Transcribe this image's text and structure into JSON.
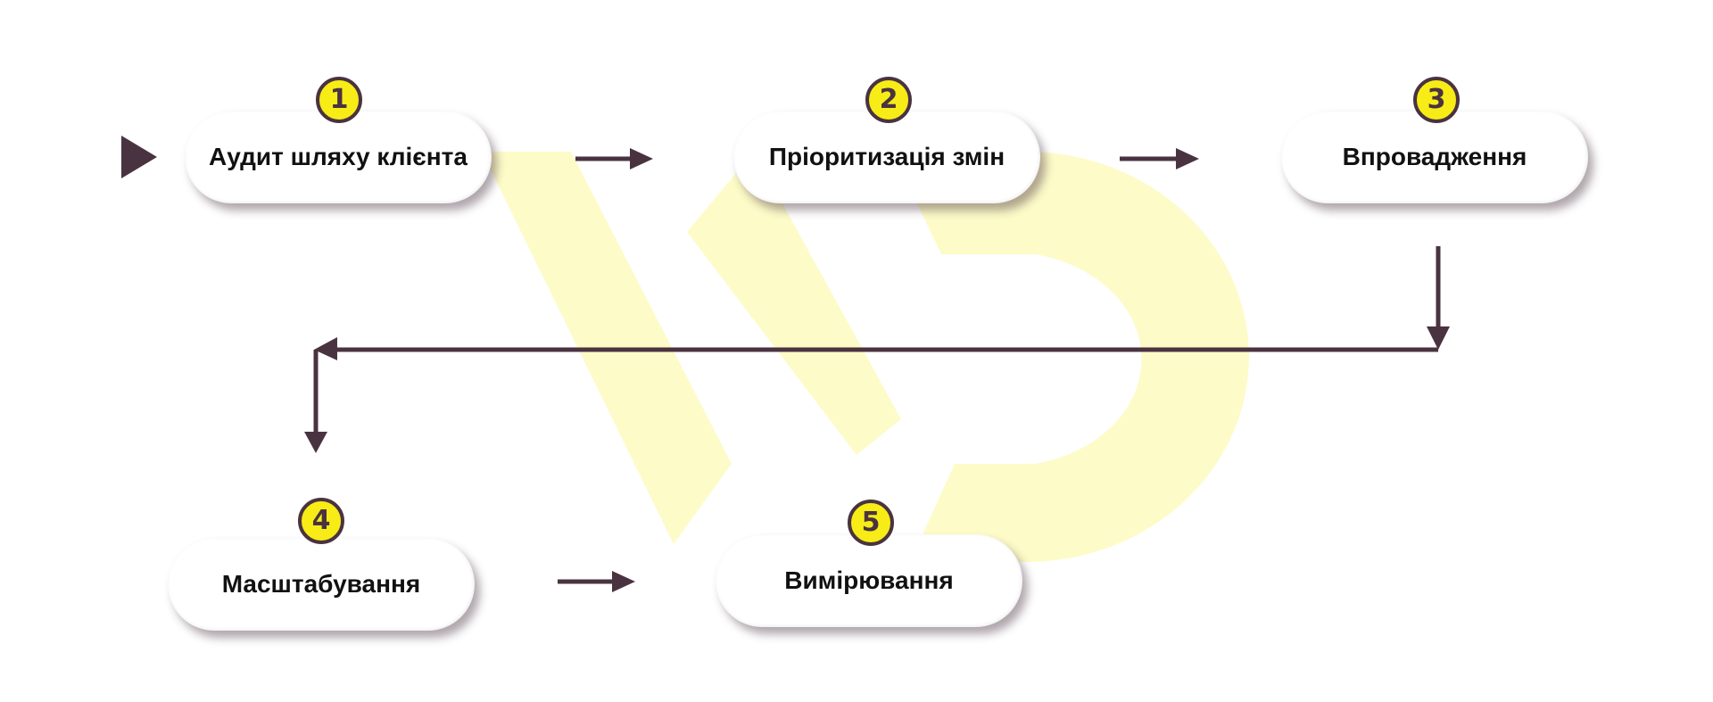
{
  "colors": {
    "arrow": "#4a3340",
    "badge_fill": "#f7ec16",
    "badge_border": "#4a3340",
    "watermark": "#fdfbc8",
    "box": "#ffffff"
  },
  "watermark": {
    "icon": "wd-logo-watermark"
  },
  "steps": [
    {
      "number": "1",
      "label": "Аудит шляху клієнта"
    },
    {
      "number": "2",
      "label": "Пріоритизація змін"
    },
    {
      "number": "3",
      "label": "Впровадження"
    },
    {
      "number": "4",
      "label": "Масштабування"
    },
    {
      "number": "5",
      "label": "Вимірювання"
    }
  ]
}
